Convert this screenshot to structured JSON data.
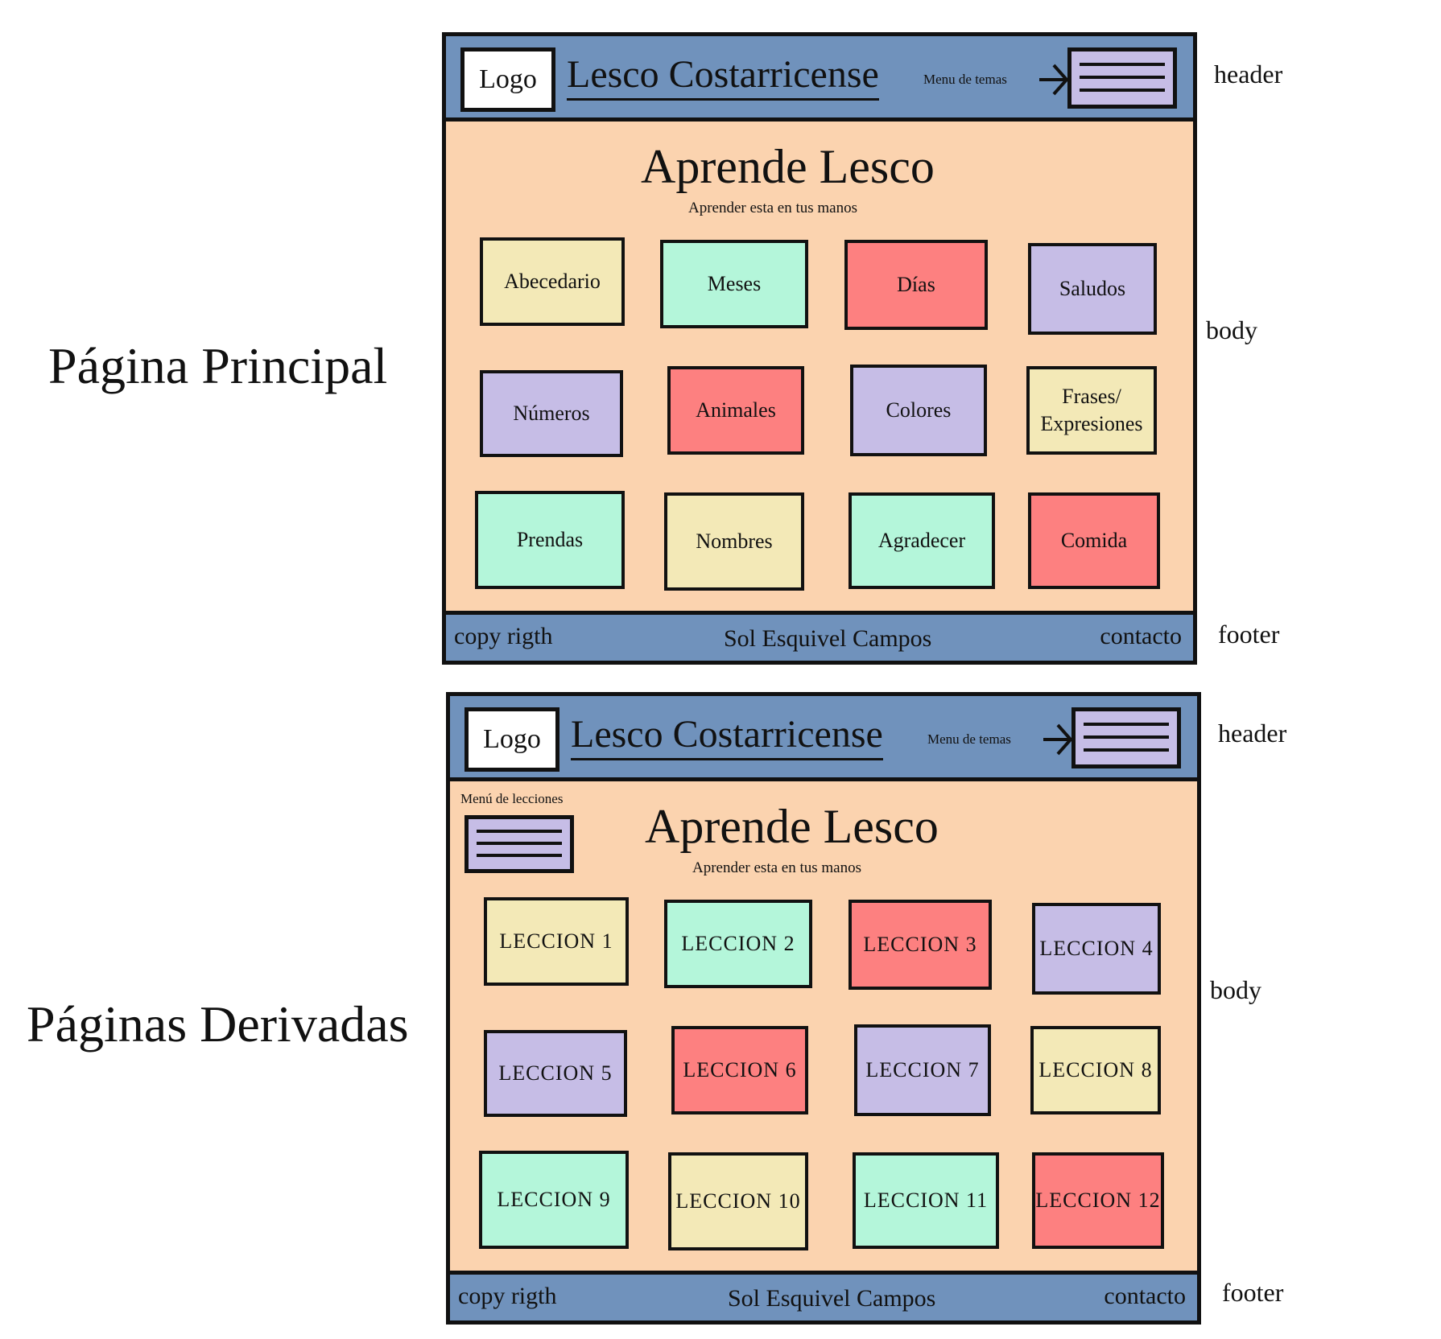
{
  "labels": {
    "main_page": "Página Principal",
    "derived_pages": "Páginas Derivadas",
    "header": "header",
    "body": "body",
    "footer": "footer"
  },
  "header": {
    "logo": "Logo",
    "site_title": "Lesco Costarricense",
    "menu_label": "Menu de temas",
    "icons": [
      "arrow-right-icon",
      "hamburger-menu-icon"
    ]
  },
  "body": {
    "title": "Aprende Lesco",
    "subtitle": "Aprender esta en tus manos"
  },
  "footer": {
    "left": "copy rigth",
    "center": "Sol Esquivel Campos",
    "right": "contacto"
  },
  "main_topics": [
    {
      "label": "Abecedario",
      "color": "#f3e9b7"
    },
    {
      "label": "Meses",
      "color": "#b4f6da"
    },
    {
      "label": "Días",
      "color": "#fd8080"
    },
    {
      "label": "Saludos",
      "color": "#c6bde6"
    },
    {
      "label": "Números",
      "color": "#c6bde6"
    },
    {
      "label": "Animales",
      "color": "#fd8080"
    },
    {
      "label": "Colores",
      "color": "#c6bde6"
    },
    {
      "label": "Frases/ Expresiones",
      "color": "#f3e9b7"
    },
    {
      "label": "Prendas",
      "color": "#b4f6da"
    },
    {
      "label": "Nombres",
      "color": "#f3e9b7"
    },
    {
      "label": "Agradecer",
      "color": "#b4f6da"
    },
    {
      "label": "Comida",
      "color": "#fd8080"
    }
  ],
  "derived": {
    "lessons_menu_label": "Menú de lecciones",
    "lessons": [
      {
        "label": "LECCION 1",
        "color": "#f3e9b7"
      },
      {
        "label": "LECCION 2",
        "color": "#b4f6da"
      },
      {
        "label": "LECCION 3",
        "color": "#fd8080"
      },
      {
        "label": "LECCION 4",
        "color": "#c6bde6"
      },
      {
        "label": "LECCION 5",
        "color": "#c6bde6"
      },
      {
        "label": "LECCION 6",
        "color": "#fd8080"
      },
      {
        "label": "LECCION 7",
        "color": "#c6bde6"
      },
      {
        "label": "LECCION 8",
        "color": "#f3e9b7"
      },
      {
        "label": "LECCION 9",
        "color": "#b4f6da"
      },
      {
        "label": "LECCION 10",
        "color": "#f3e9b7"
      },
      {
        "label": "LECCION 11",
        "color": "#b4f6da"
      },
      {
        "label": "LECCION 12",
        "color": "#fd8080"
      }
    ]
  },
  "colors": {
    "header_footer": "#7092bc",
    "body_background": "#fbd3af",
    "outline": "#111111"
  }
}
